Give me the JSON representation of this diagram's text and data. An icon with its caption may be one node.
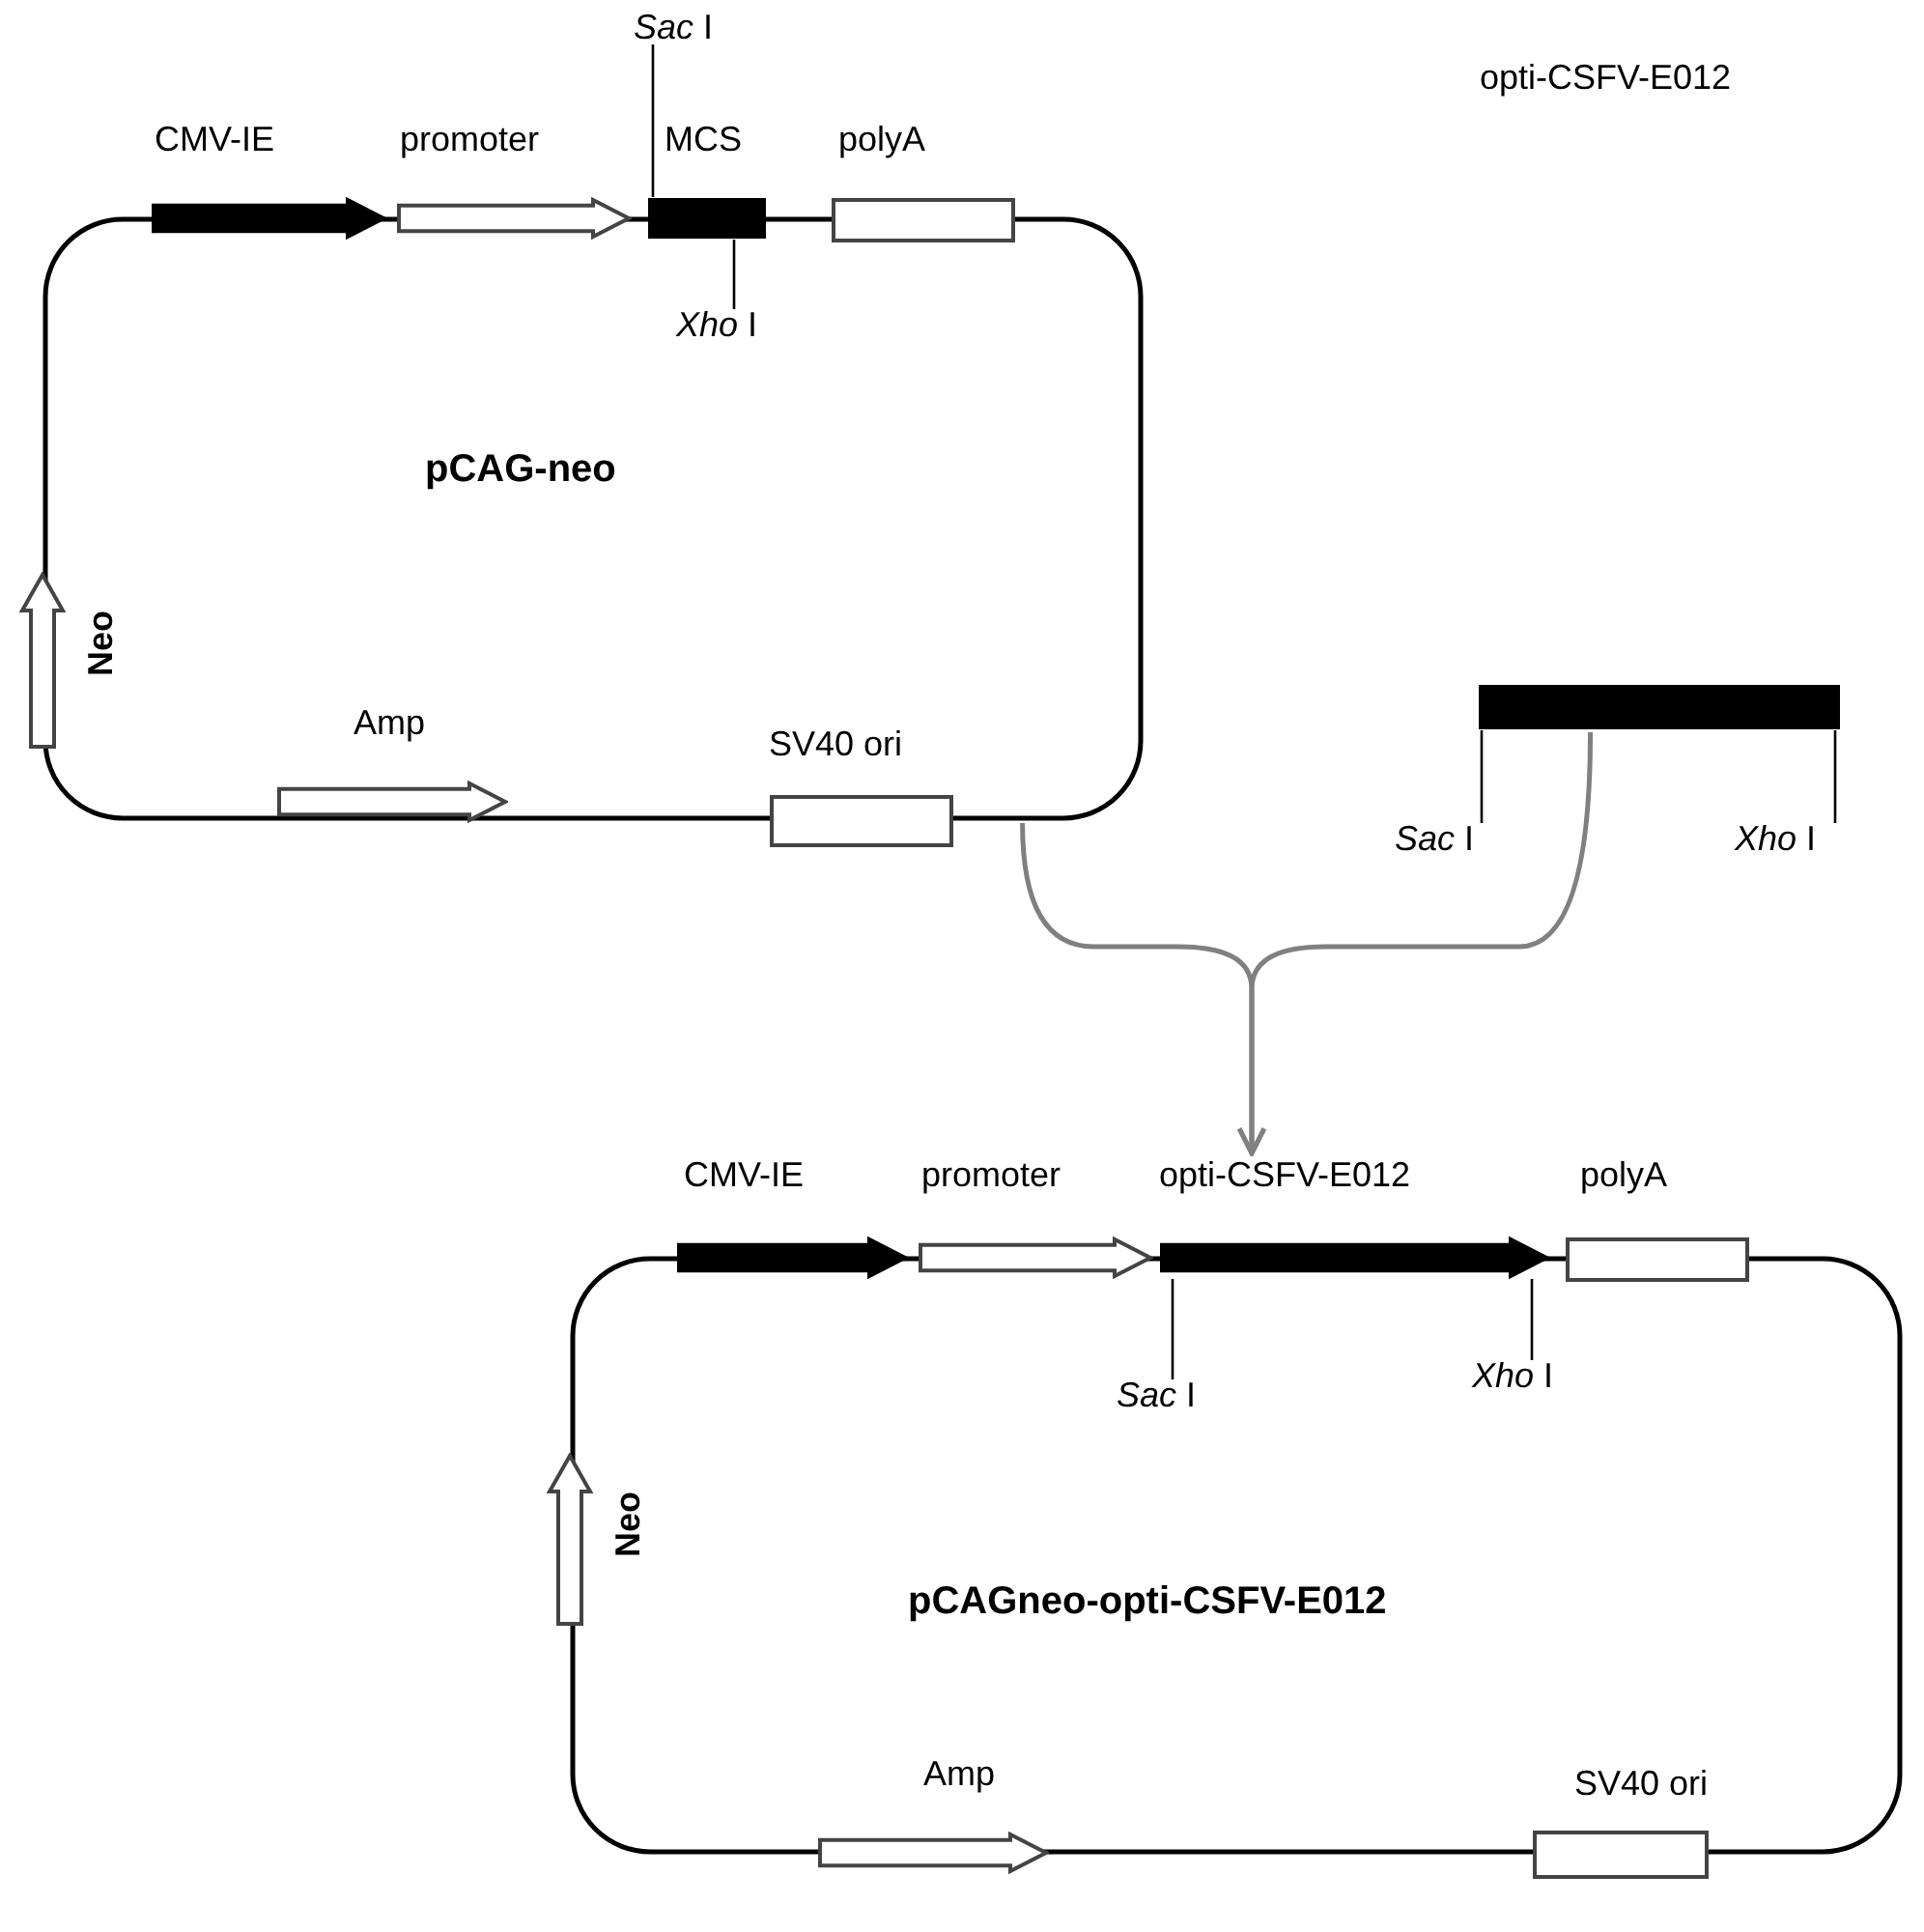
{
  "diagram": {
    "nodes": [
      {
        "text": [
          "pCAG-neo"
        ]
      },
      {
        "text": [
          "CMV-IE"
        ],
        "in": 0
      },
      {
        "text": [
          "promoter"
        ],
        "in": 0
      },
      {
        "text": [
          "MCS"
        ],
        "in": 0
      },
      {
        "text": [
          "polyA"
        ],
        "in": 0
      },
      {
        "text": [
          "Neo"
        ],
        "in": 0
      },
      {
        "text": [
          "Amp"
        ],
        "in": 0
      },
      {
        "text": [
          "SV40 ori"
        ],
        "in": 0
      },
      {
        "text": [
          "*Sac* I"
        ]
      },
      {
        "text": [
          "*Xho* I"
        ],
        "in": 0
      },
      {
        "text": [],
        "shape": "bar"
      },
      {
        "text": [
          "*Sac* I"
        ]
      },
      {
        "text": [
          "*Xho* I"
        ]
      },
      {
        "text": [
          "pCAGneo-opti-CSFV-E012"
        ]
      },
      {
        "text": [
          "CMV-IE"
        ],
        "in": 13
      },
      {
        "text": [
          "promoter"
        ],
        "in": 13
      },
      {
        "text": [
          "opti-CSFV-E012"
        ],
        "in": 13
      },
      {
        "text": [
          "polyA"
        ],
        "in": 13
      },
      {
        "text": [
          "Neo"
        ],
        "in": 13
      },
      {
        "text": [
          "Amp"
        ],
        "in": 13
      },
      {
        "text": [
          "SV40 ori"
        ],
        "in": 13
      },
      {
        "text": [
          "*Sac* I"
        ],
        "in": 13
      },
      {
        "text": [
          "*Xho* I"
        ],
        "in": 13
      }
    ],
    "edges": [
      {
        "from": 8,
        "to": 3,
        "arrow": "none"
      },
      {
        "from": 9,
        "to": 3,
        "arrow": "none"
      },
      {
        "from": 11,
        "to": 10,
        "arrow": "none"
      },
      {
        "from": 12,
        "to": 10,
        "arrow": "none"
      },
      {
        "from": 21,
        "to": 16,
        "arrow": "none"
      },
      {
        "from": 22,
        "to": 16,
        "arrow": "none"
      },
      {
        "from": 0,
        "to": 16,
        "arrow": "to",
        "color": "#808080"
      },
      {
        "from": 10,
        "to": 16,
        "arrow": "to",
        "color": "#808080"
      }
    ],
    "labels": [
      "opti-CSFV-E012"
    ]
  }
}
